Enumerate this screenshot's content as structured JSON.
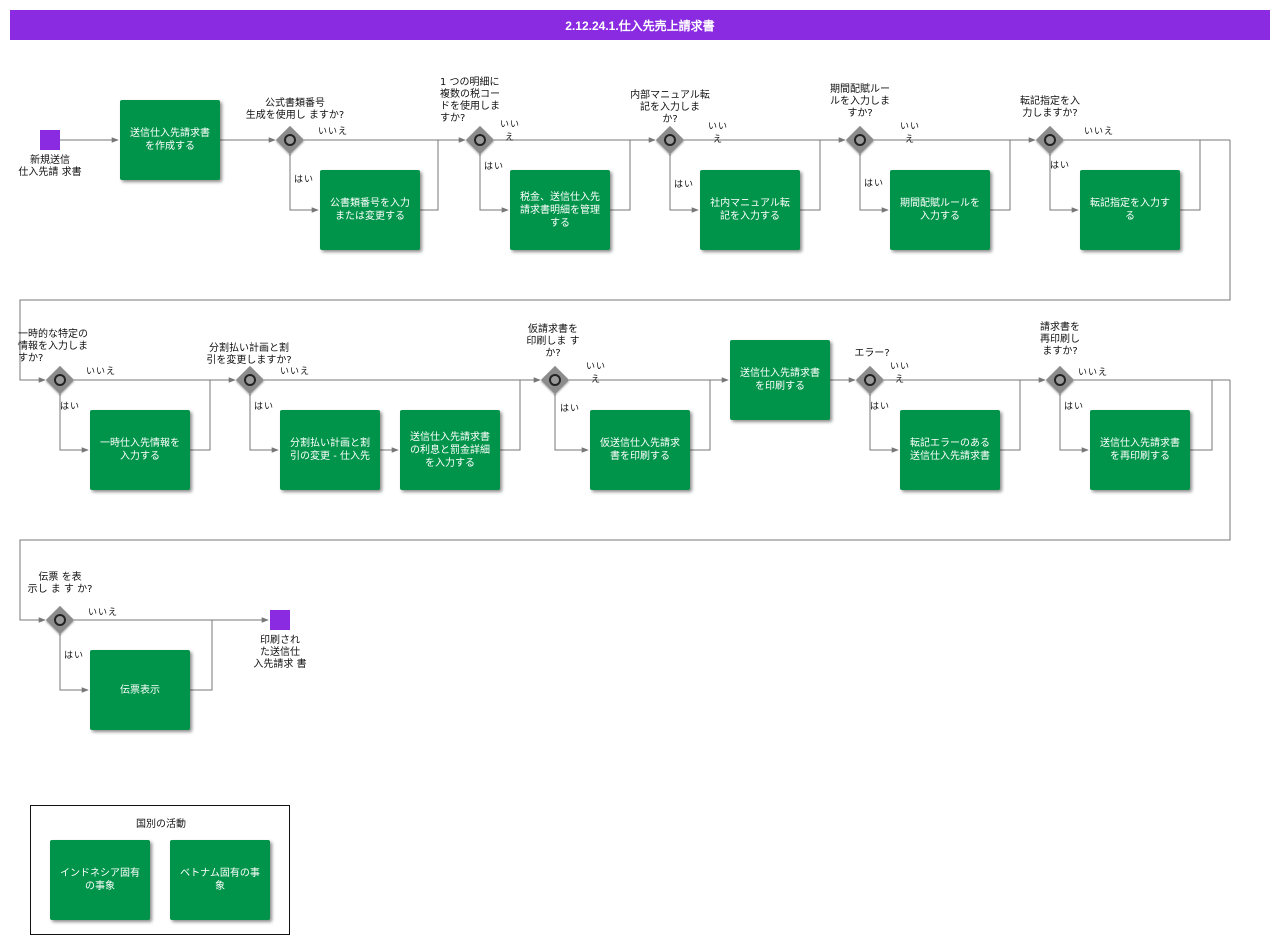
{
  "title": "2.12.24.1.仕入先売上請求書",
  "start_event": "新規送信\n仕入先請 求書",
  "end_event": "印刷され\nた送信仕\n入先請求 書",
  "tasks": {
    "create": "送信仕入先請求書\nを作成する",
    "official_number": "公書類番号を入力\nまたは変更する",
    "tax_lines": "税金、送信仕入先\n請求書明細を管理\nする",
    "manual_posting": "社内マニュアル転\n記を入力する",
    "allocation": "期間配賦ルールを\n入力する",
    "posting_spec": "転記指定を入力す\nる",
    "onetime": "一時仕入先情報を\n入力する",
    "installment": "分割払い計画と割\n引の変更 - 仕入先",
    "interest": "送信仕入先請求書\nの利息と罰金詳細\nを入力する",
    "proforma": "仮送信仕入先請求\n書を印刷する",
    "print": "送信仕入先請求書\nを印刷する",
    "posting_error": "転記エラーのある\n送信仕入先請求書",
    "reprint": "送信仕入先請求書\nを再印刷する",
    "voucher": "伝票表示"
  },
  "gateways": {
    "g1": "公式書類番号\n生成を使用し ますか?",
    "g2": "1 つの明細に\n複数の税コー\nドを使用しま\nすか?",
    "g3": "内部マニュアル転\n記を入力しま\nか?",
    "g4": "期間配賦ルー\nルを入力しま\nすか?",
    "g5": "転記指定を入\n力しますか?",
    "g6": "一時的な特定の\n情報を入力しま\nすか?",
    "g7": "分割払い計画と割\n引を変更しますか?",
    "g8": "仮請求書を\n印刷しま す\nか?",
    "g9": "エラー?",
    "g10": "請求書を\n再印刷し\nますか?",
    "g11": "伝票 を表\n示し ま す か?"
  },
  "labels": {
    "yes": "はい",
    "no": "いいえ",
    "no_split": "いい\nえ"
  },
  "legend": {
    "title": "国別の活動",
    "indonesia": "インドネシア固有\nの事象",
    "vietnam": "ベトナム固有の事\n象"
  },
  "colors": {
    "task": "#00944a",
    "event": "#8a2be2",
    "title_bar": "#8a2be2",
    "gateway": "#8c8c8c",
    "connector": "#777777"
  }
}
